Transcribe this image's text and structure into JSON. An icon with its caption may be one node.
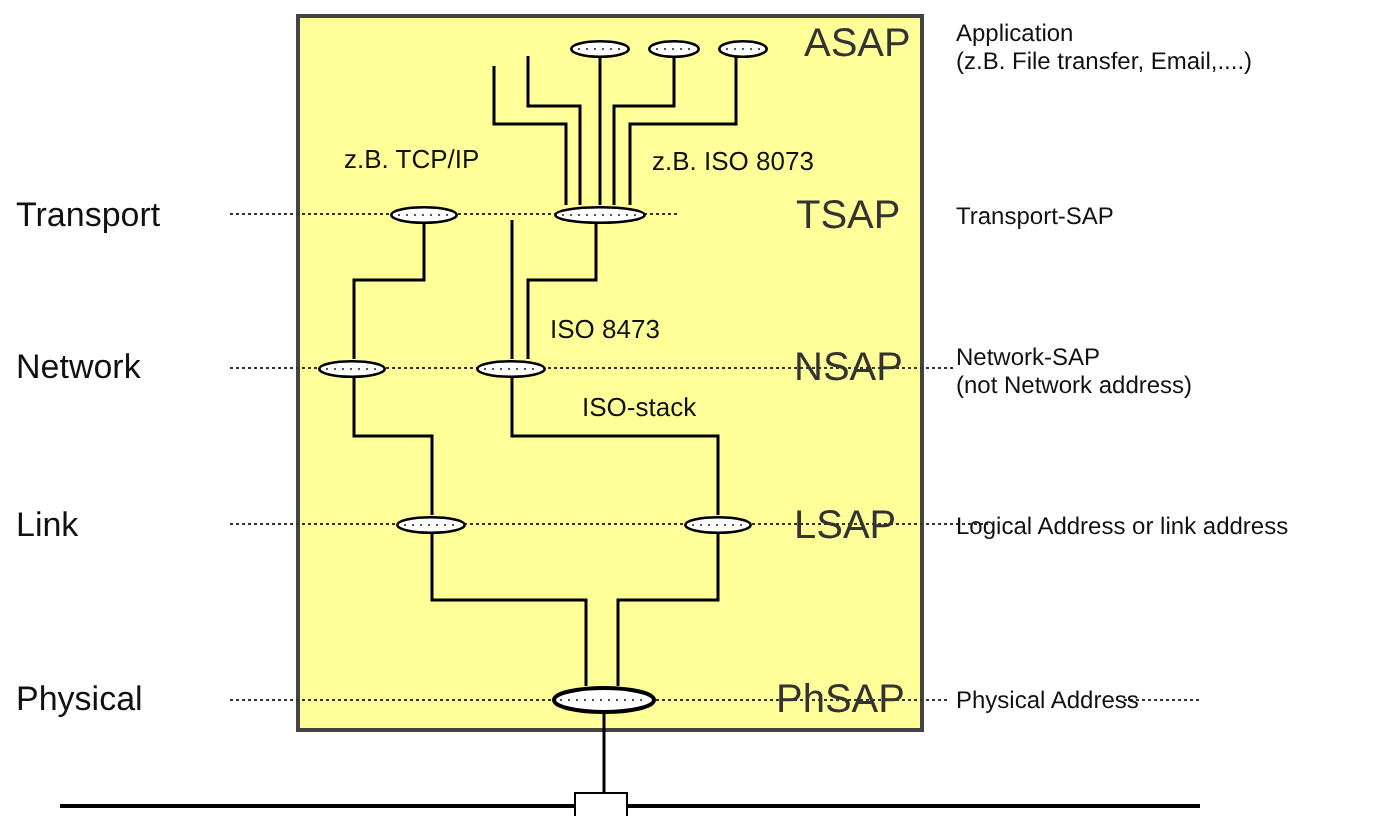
{
  "diagram": {
    "nodes": [
      {
        "text": [],
        "shape": "circle"
      },
      {
        "text": [],
        "shape": "circle"
      },
      {
        "text": [],
        "shape": "circle"
      },
      {
        "text": [],
        "shape": "circle"
      },
      {
        "text": [],
        "shape": "circle"
      },
      {
        "text": [],
        "shape": "circle"
      },
      {
        "text": [],
        "shape": "circle"
      },
      {
        "text": [],
        "shape": "circle"
      },
      {
        "text": [],
        "shape": "circle"
      },
      {
        "text": [],
        "shape": "circle"
      },
      {
        "text": [],
        "shape": "box"
      }
    ],
    "edges": [
      {
        "from": 0,
        "to": 4,
        "arrow": "none"
      },
      {
        "from": 1,
        "to": 4,
        "arrow": "none"
      },
      {
        "from": 2,
        "to": 4,
        "arrow": "none"
      },
      {
        "from": null,
        "to": 4,
        "arrow": "none"
      },
      {
        "from": null,
        "to": 4,
        "arrow": "none"
      },
      {
        "from": 3,
        "to": 5,
        "arrow": "none"
      },
      {
        "from": 4,
        "to": 6,
        "arrow": "none"
      },
      {
        "from": null,
        "to": 6,
        "arrow": "none"
      },
      {
        "from": 5,
        "to": 7,
        "arrow": "none"
      },
      {
        "from": 6,
        "to": 8,
        "arrow": "none"
      },
      {
        "from": 7,
        "to": 9,
        "arrow": "none"
      },
      {
        "from": 8,
        "to": 9,
        "arrow": "none"
      },
      {
        "from": 9,
        "to": 10,
        "arrow": "none"
      }
    ],
    "labels": [
      "ASAP",
      "Application (z.B. File transfer, Email,....)",
      "z.B. TCP/IP",
      "z.B. ISO 8073",
      "Transport",
      "TSAP",
      "Transport-SAP",
      "ISO 8473",
      "Network",
      "NSAP",
      "Network-SAP (not Network address)",
      "ISO-stack",
      "Link",
      "LSAP",
      "Logical Address or link address",
      "Physical",
      "PhSAP",
      "Physical Address"
    ]
  }
}
